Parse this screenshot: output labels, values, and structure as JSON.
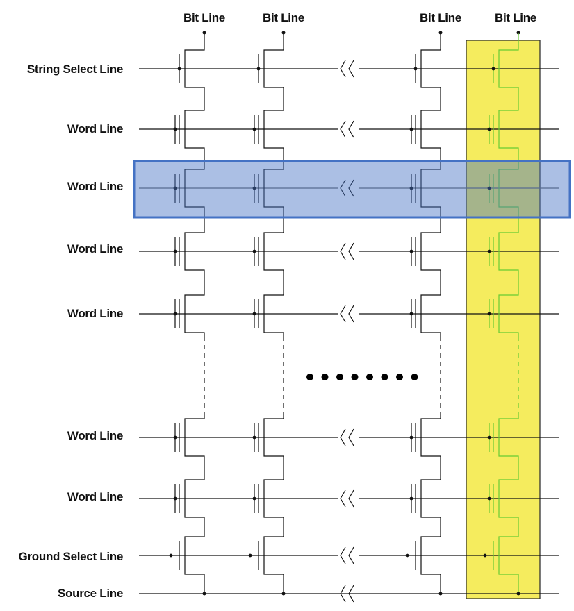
{
  "bit_lines": [
    "Bit Line",
    "Bit Line",
    "Bit Line",
    "Bit Line"
  ],
  "rows": [
    {
      "label": "String Select Line",
      "kind": "select"
    },
    {
      "label": "Word Line",
      "kind": "word"
    },
    {
      "label": "Word Line",
      "kind": "word"
    },
    {
      "label": "Word Line",
      "kind": "word"
    },
    {
      "label": "Word Line",
      "kind": "word"
    },
    {
      "label": "Word Line",
      "kind": "word"
    },
    {
      "label": "Word Line",
      "kind": "word"
    },
    {
      "label": "Ground Select Line",
      "kind": "select"
    },
    {
      "label": "Source Line",
      "kind": "source"
    }
  ],
  "highlight": {
    "page_row_index": 2,
    "page_color": "#4472c4",
    "string_column_index": 3,
    "string_color": "#f5ec5e",
    "string_wire_color": "#66cc33"
  },
  "colors": {
    "wire": "#111111",
    "grey_wire": "#666666"
  }
}
